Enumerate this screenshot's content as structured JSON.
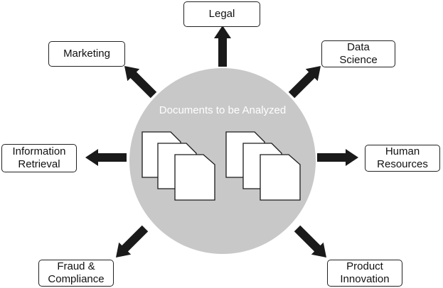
{
  "center": {
    "label": "Documents to be Analyzed"
  },
  "targets": {
    "legal": "Legal",
    "marketing": "Marketing",
    "data_science": "Data\nScience",
    "information_retrieval": "Information\nRetrieval",
    "human_resources": "Human\nResources",
    "fraud_compliance": "Fraud &\nCompliance",
    "product_innovation": "Product\nInnovation"
  },
  "colors": {
    "circle_fill": "#c8c8c8",
    "arrow_fill": "#1a1a1a",
    "box_border": "#222222"
  }
}
